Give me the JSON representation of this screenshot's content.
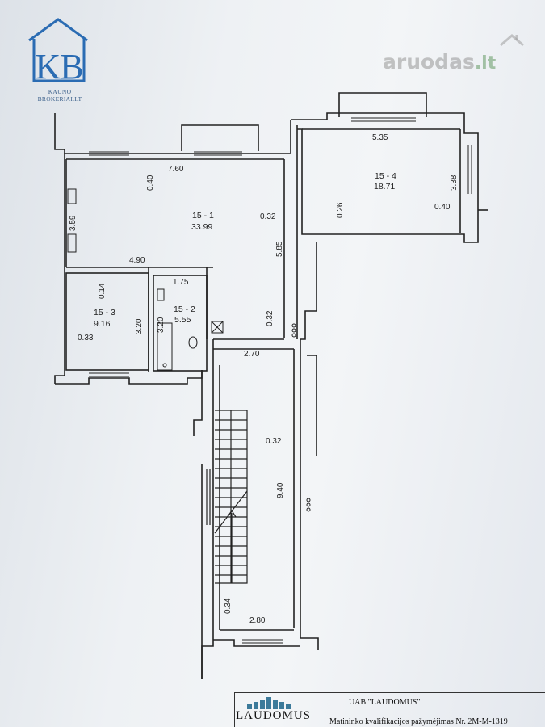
{
  "logo": {
    "letters": "KB",
    "caption": "KAUNO BROKERIAI.LT",
    "color": "#2b6cb3"
  },
  "watermark": {
    "name": "aruodas",
    "tld": ".lt"
  },
  "rooms": [
    {
      "label": "15 - 1",
      "area": "33.99"
    },
    {
      "label": "15 - 2",
      "area": "5.55"
    },
    {
      "label": "15 - 3",
      "area": "9.16"
    },
    {
      "label": "15 - 4",
      "area": "18.71"
    }
  ],
  "dimensions": [
    {
      "value": "7.60"
    },
    {
      "value": "0.40"
    },
    {
      "value": "3.59"
    },
    {
      "value": "0.32"
    },
    {
      "value": "5.85"
    },
    {
      "value": "4.90"
    },
    {
      "value": "0.14"
    },
    {
      "value": "3.20"
    },
    {
      "value": "0.33"
    },
    {
      "value": "1.75"
    },
    {
      "value": "3.20"
    },
    {
      "value": "0.32"
    },
    {
      "value": "2.70"
    },
    {
      "value": "5.35"
    },
    {
      "value": "3.38"
    },
    {
      "value": "0.26"
    },
    {
      "value": "0.40"
    },
    {
      "value": "0.32"
    },
    {
      "value": "9.40"
    },
    {
      "value": "0.34"
    },
    {
      "value": "2.80"
    }
  ],
  "footer": {
    "company": "UAB \"LAUDOMUS\"",
    "brand": "LAUDOMUS",
    "certificate": "Matininko kvalifikacijos pažymėjimas Nr. 2M-M-1319"
  }
}
